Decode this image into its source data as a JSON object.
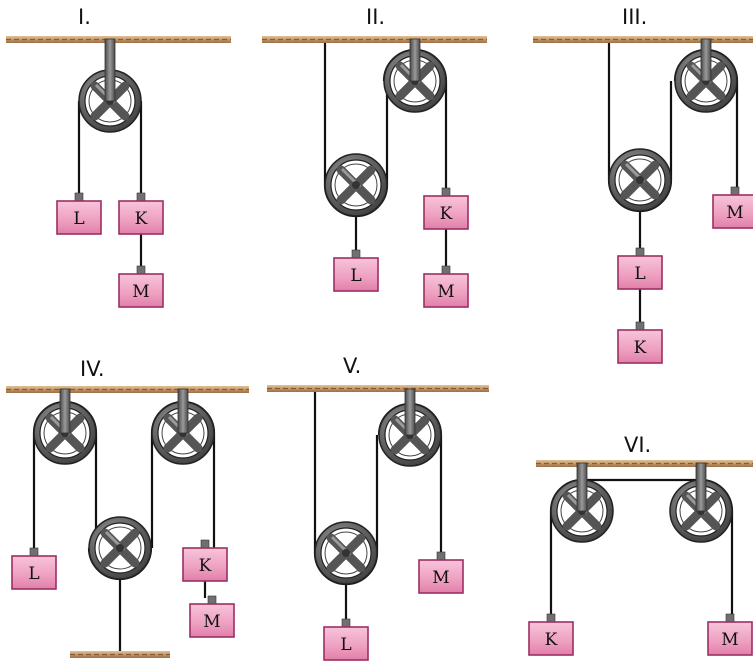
{
  "diagrams": [
    {
      "id": "I",
      "label": "I."
    },
    {
      "id": "II",
      "label": "II."
    },
    {
      "id": "III",
      "label": "III."
    },
    {
      "id": "IV",
      "label": "IV."
    },
    {
      "id": "V",
      "label": "V."
    },
    {
      "id": "VI",
      "label": "VI."
    }
  ],
  "weights": {
    "L": "L",
    "K": "K",
    "M": "M"
  },
  "colors": {
    "ceiling_wood": "#c49a6c",
    "ceiling_dash": "#8a5a34",
    "weight_fill": "#f0a8c6",
    "weight_border": "#9c2f63",
    "hook": "#707070",
    "pulley_rim": "#606060",
    "pulley_groove": "#ffffff",
    "pulley_spoke": "#555555",
    "axle_bar": "#777777",
    "rope": "#111111"
  }
}
